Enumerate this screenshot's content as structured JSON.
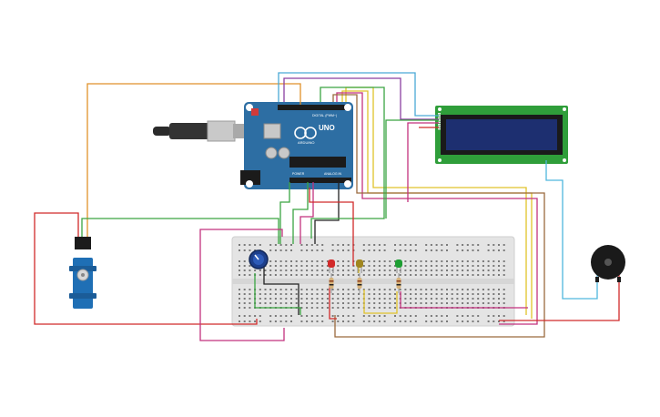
{
  "arduino": {
    "model": "UNO",
    "brand": "ARDUINO",
    "power_label": "POWER",
    "analog_label": "ANALOG IN",
    "digital_label": "DIGITAL (PWM~)",
    "board_color": "#2d6ea3",
    "header_color": "#1b1b1b"
  },
  "lcd": {
    "pcb_color": "#2f9e3a",
    "screen_color": "#1d2f70",
    "text": ""
  },
  "leds": [
    {
      "name": "red-led",
      "color": "#d22a2a"
    },
    {
      "name": "yellow-led",
      "color": "#a0861f"
    },
    {
      "name": "green-led",
      "color": "#1e9e33"
    }
  ],
  "wire_colors": {
    "orange": "#e0912a",
    "red": "#d12a2a",
    "green": "#3aa542",
    "magenta": "#c2327e",
    "blue": "#4aa9d6",
    "cyan": "#4fb7dd",
    "purple": "#8a3fa0",
    "yellow": "#e0c22a",
    "brown": "#9a6a3e",
    "black": "#222222"
  },
  "components": {
    "servo": "servo-motor",
    "potentiometer": "potentiometer",
    "buzzer": "piezo-buzzer",
    "usb": "usb-cable",
    "breadboard": "breadboard"
  }
}
